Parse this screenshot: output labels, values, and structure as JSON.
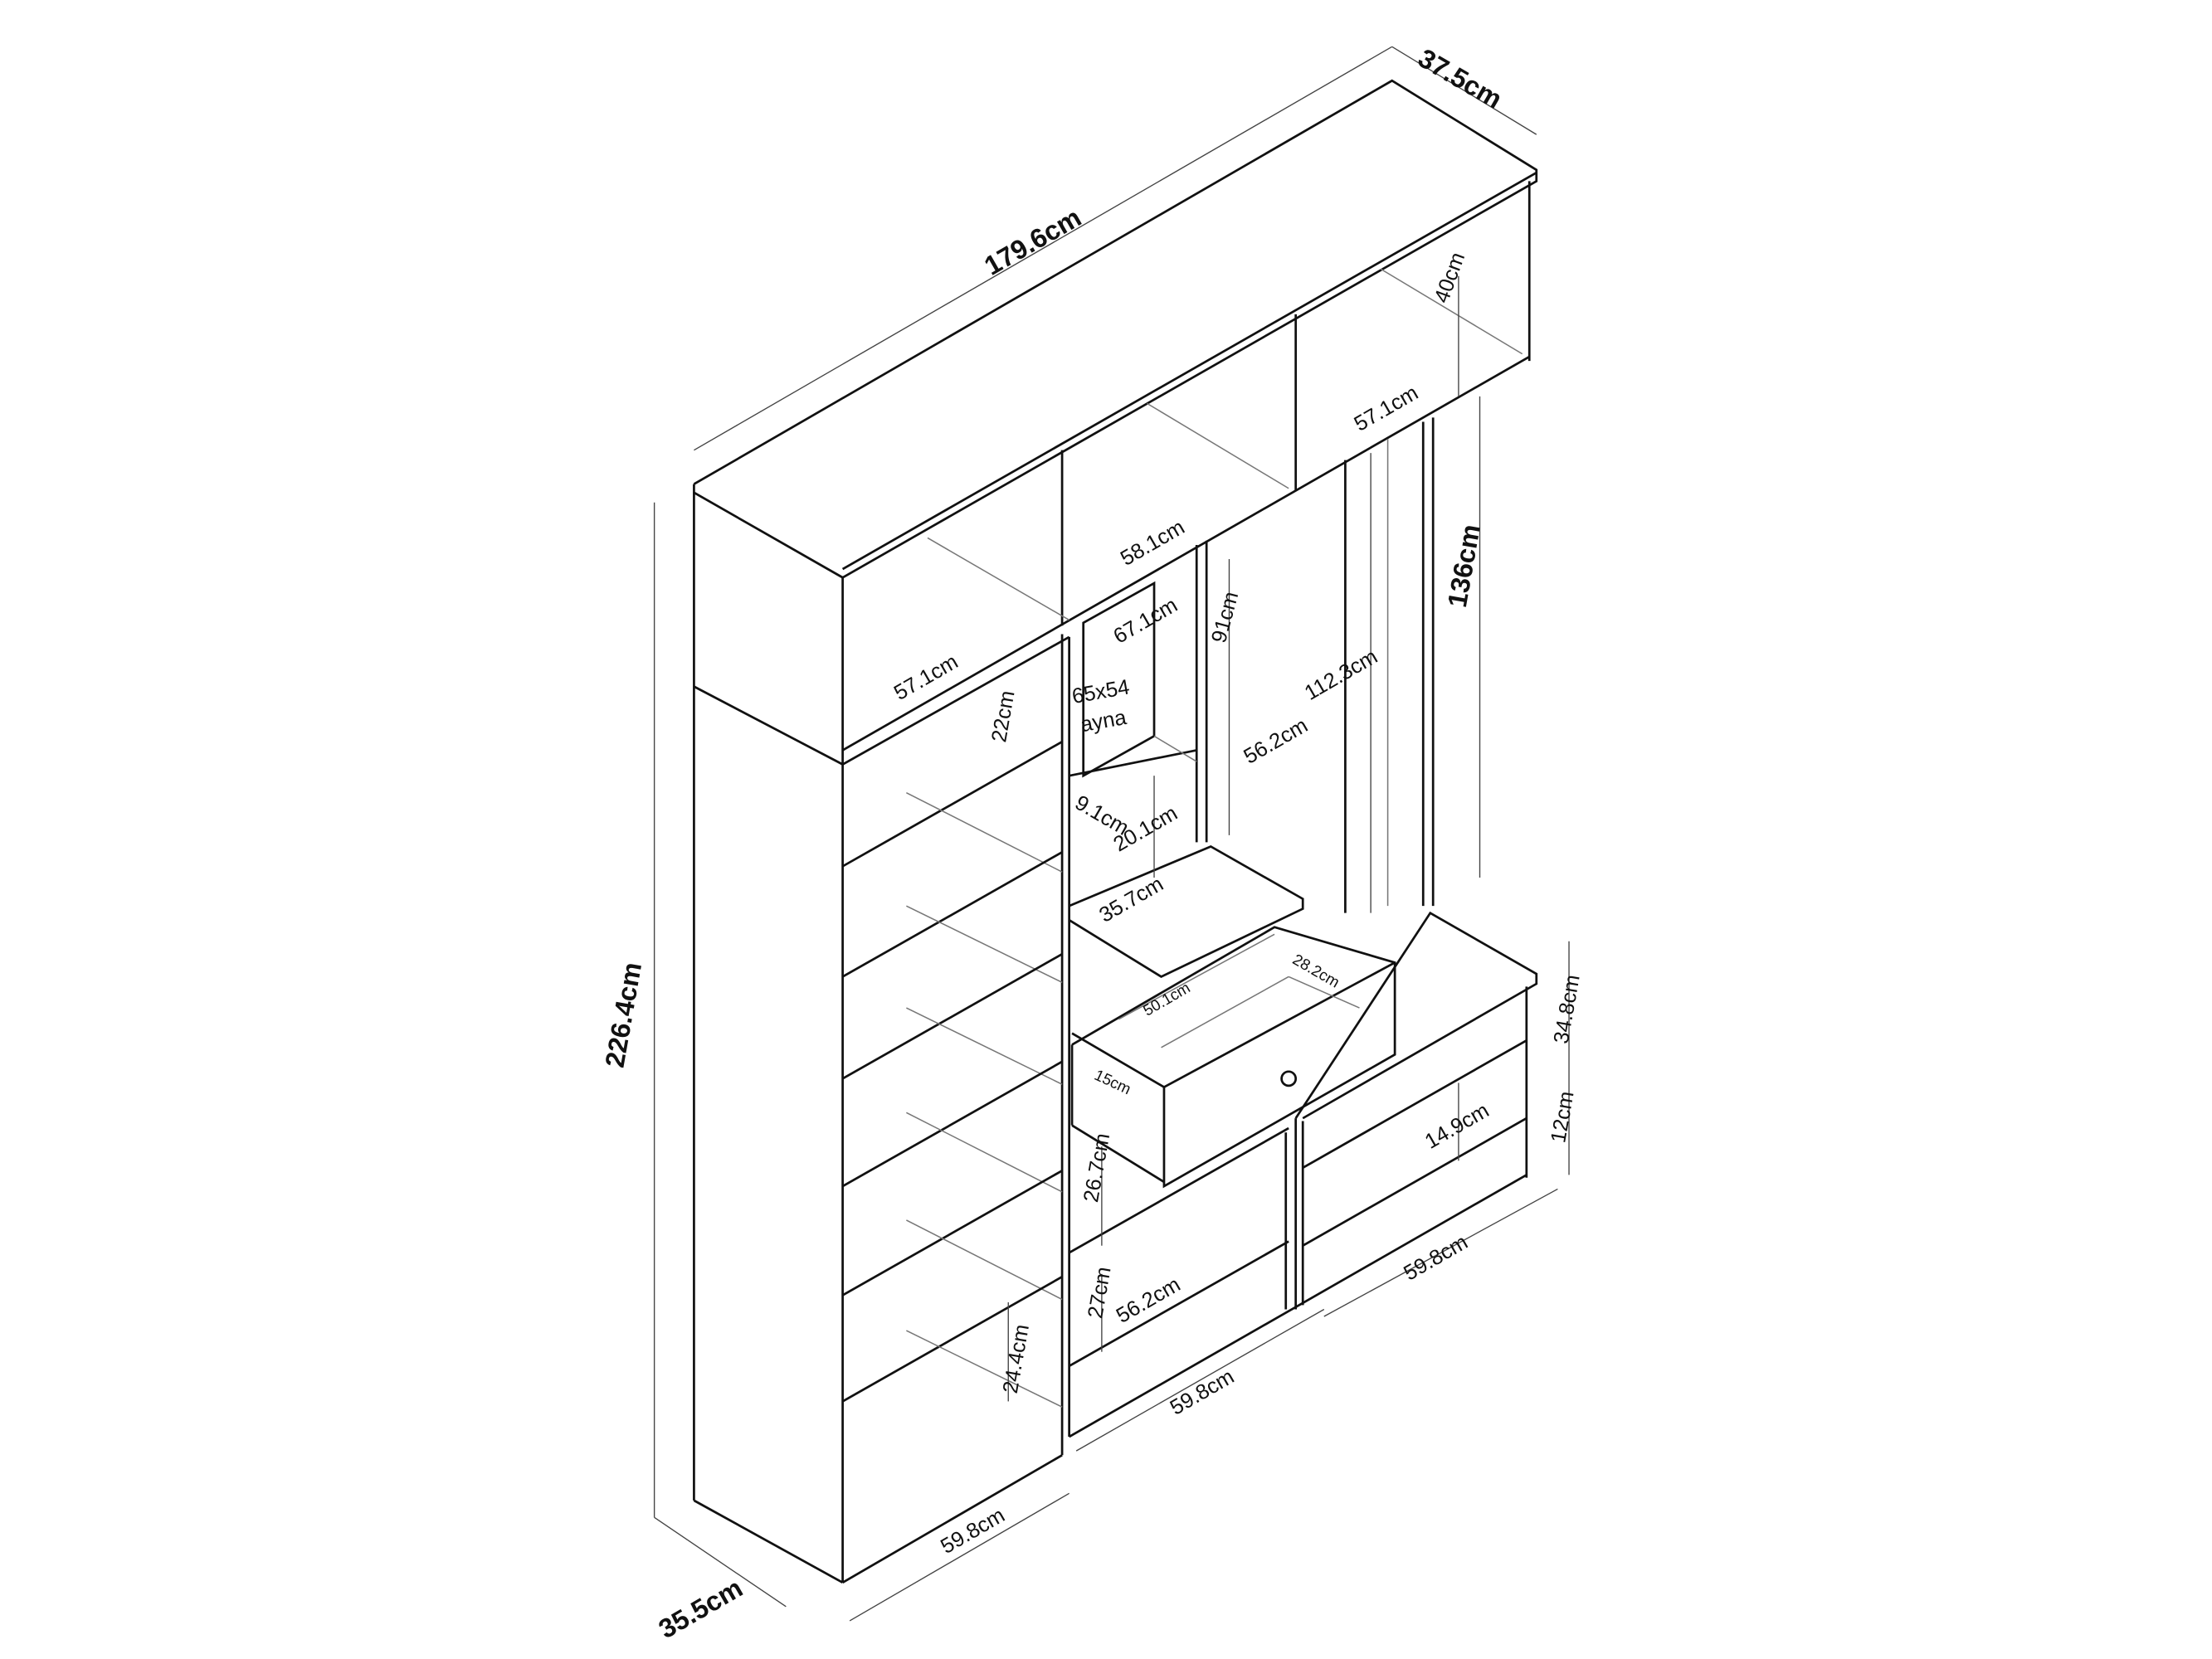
{
  "title": "Hallway wardrobe unit dimension drawing",
  "colors": {
    "line": "#111111",
    "thin_line": "#777777",
    "background": "#ffffff"
  },
  "dimensions": {
    "total_width": "179.6cm",
    "top_depth": "37.5cm",
    "top_right_height": "40cm",
    "top_right_width": "57.1cm",
    "top_middle_width": "58.1cm",
    "hanger_height": "136cm",
    "middle_height": "91cm",
    "hanger_rail_height": "112.3cm",
    "hanger_width": "56.2cm",
    "mirror_height": "67.1cm",
    "mirror_size": "65x54",
    "mirror_label": "ayna",
    "top_left_width": "57.1cm",
    "left_top_shelf": "22cm",
    "small_shelf_gap": "9.1cm",
    "small_shelf_height": "20.1cm",
    "bench_depth": "35.7cm",
    "drawer_length": "50.1cm",
    "drawer_width": "28.2cm",
    "drawer_height": "15cm",
    "bench_height": "34.8cm",
    "bench_lower": "12cm",
    "right_shelf_height": "14.9cm",
    "middle_compartment_1": "26.7cm",
    "middle_compartment_2": "27cm",
    "middle_inner_width": "56.2cm",
    "right_width": "59.8cm",
    "middle_width": "59.8cm",
    "left_shelf_height": "24.4cm",
    "total_height": "226.4cm",
    "left_width": "59.8cm",
    "left_depth": "35.5cm"
  }
}
